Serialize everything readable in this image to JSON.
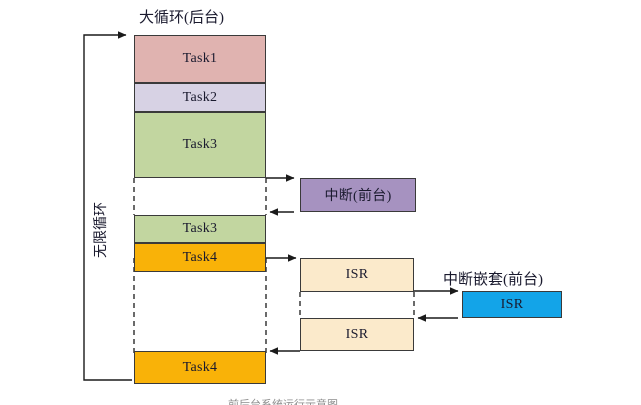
{
  "diagram": {
    "title_main": "大循环(后台)",
    "title_nested": "中断嵌套(前台)",
    "loop_label": "无限循环",
    "caption": "前后台系统运行示意图",
    "colors": {
      "task1": "#e0b3b0",
      "task2": "#d7d2e4",
      "task3": "#c2d6a0",
      "task4": "#f9b208",
      "interrupt": "#a692c0",
      "isr": "#fbeacb",
      "isr_nested": "#13a4e8",
      "stroke": "#3a3a3a"
    },
    "main_blocks": [
      {
        "label": "Task1",
        "color_key": "task1"
      },
      {
        "label": "Task2",
        "color_key": "task2"
      },
      {
        "label": "Task3",
        "color_key": "task3"
      },
      {
        "label": "Task3",
        "color_key": "task3"
      },
      {
        "label": "Task4",
        "color_key": "task4"
      },
      {
        "label": "Task4",
        "color_key": "task4"
      }
    ],
    "interrupt_block": {
      "label": "中断(前台)",
      "color_key": "interrupt"
    },
    "isr_blocks": [
      {
        "label": "ISR",
        "color_key": "isr"
      },
      {
        "label": "ISR",
        "color_key": "isr"
      }
    ],
    "nested_isr_block": {
      "label": "ISR",
      "color_key": "isr_nested"
    }
  }
}
